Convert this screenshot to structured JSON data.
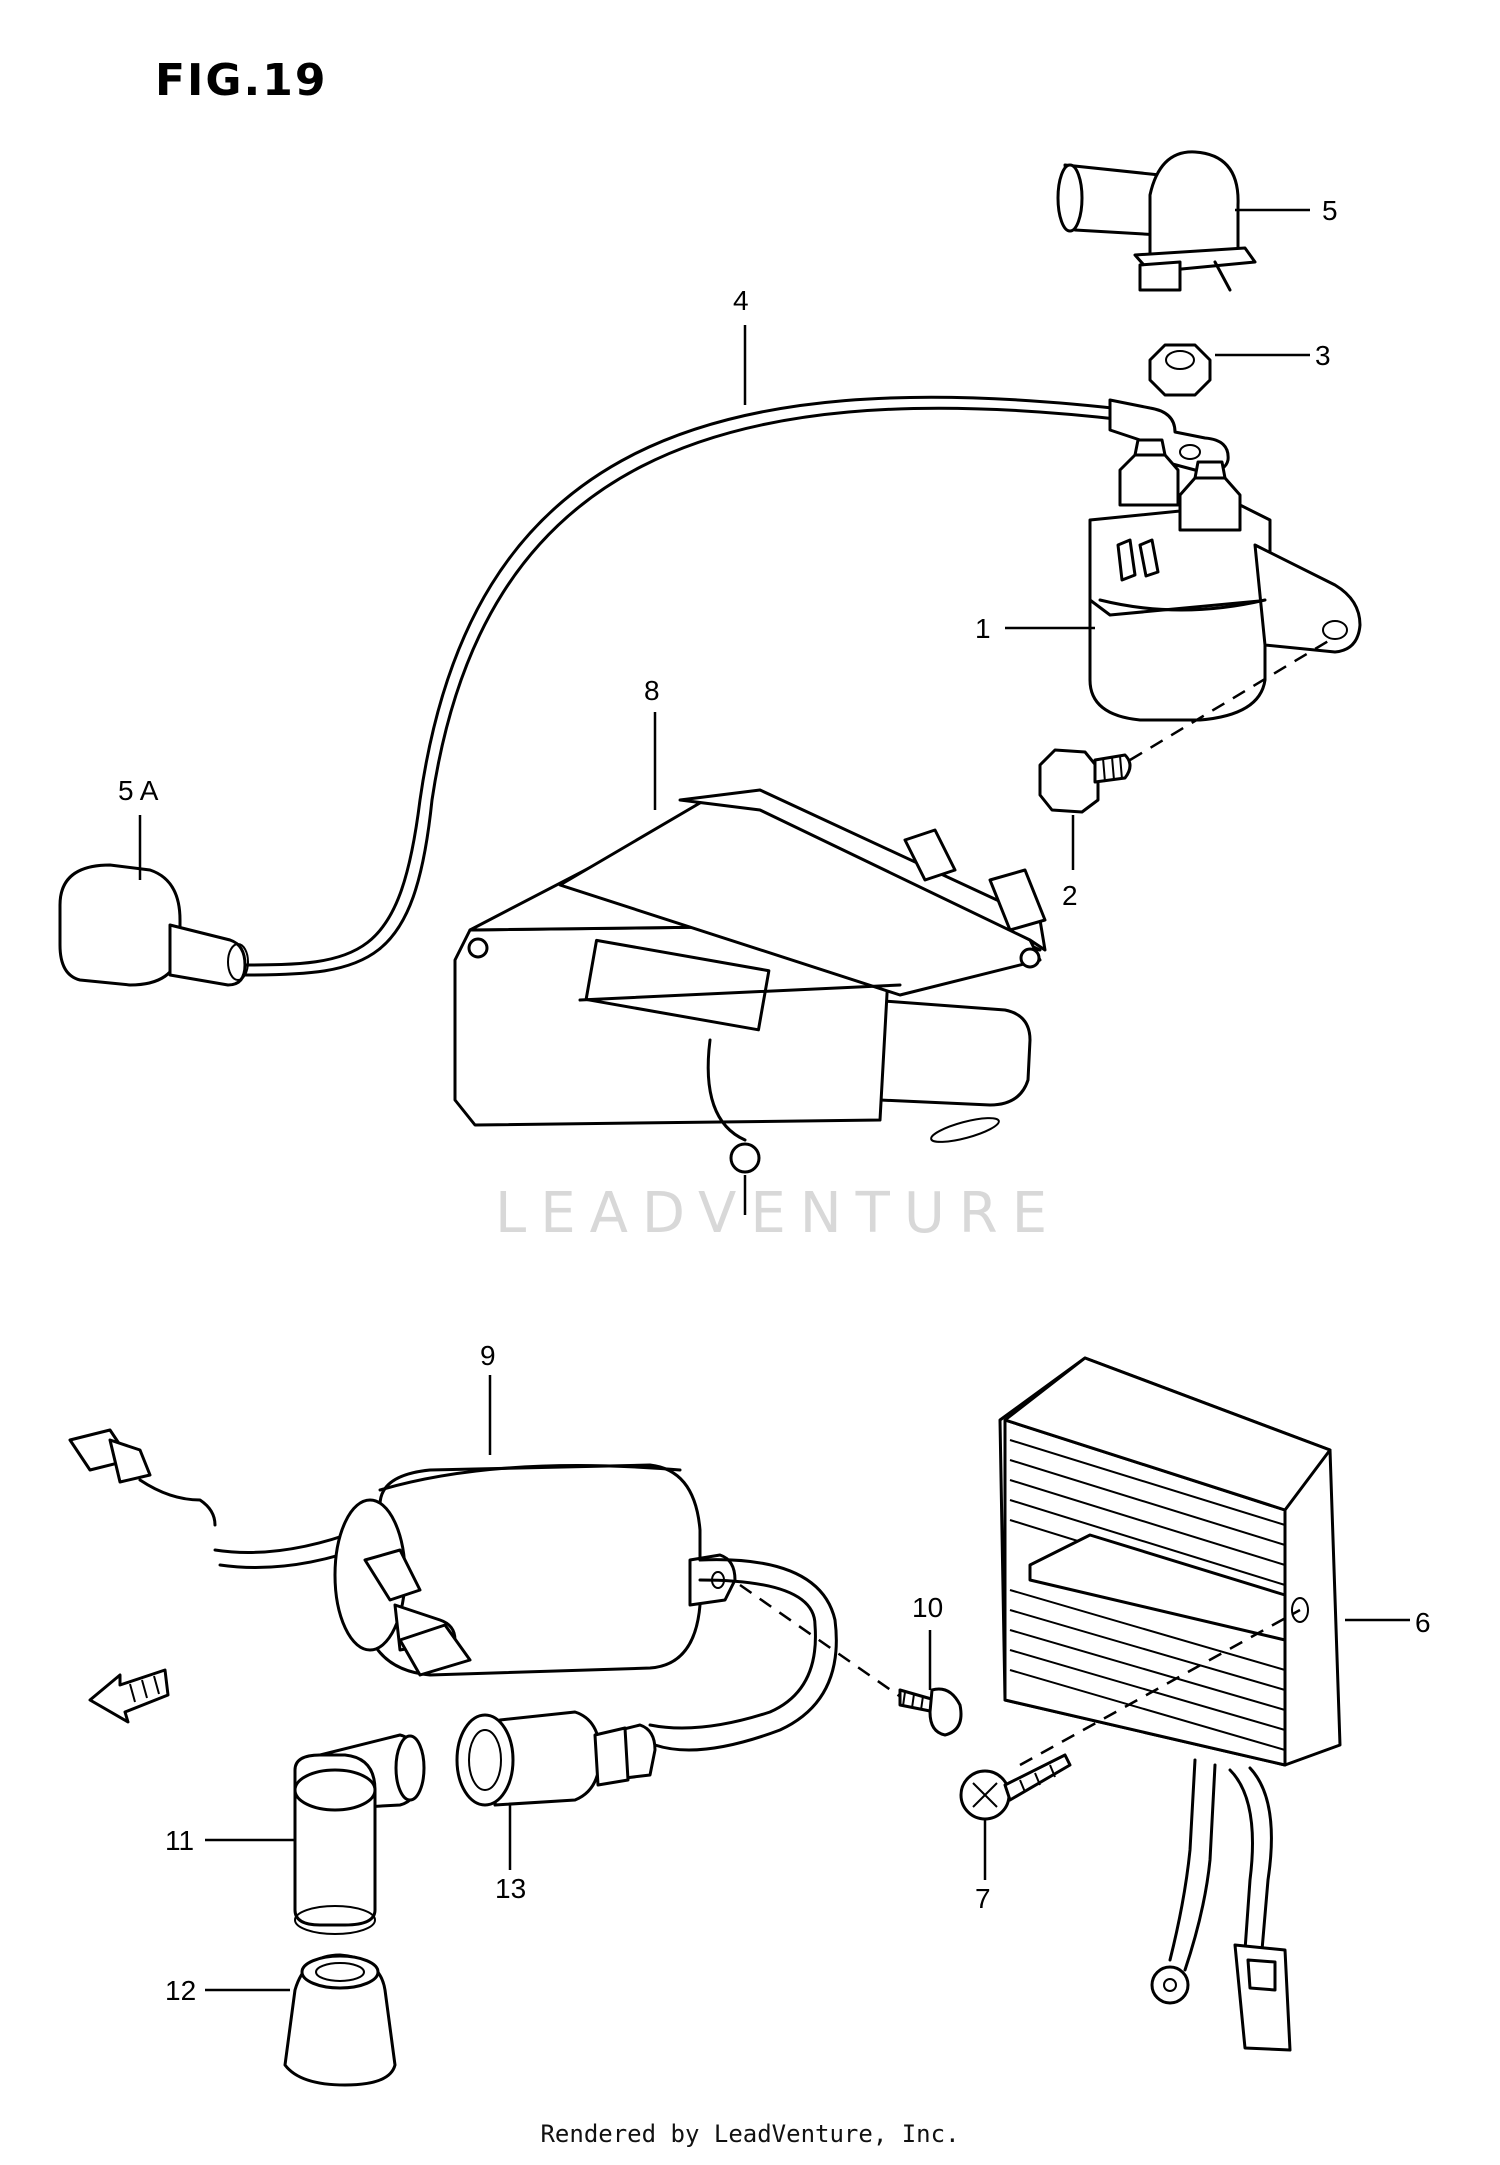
{
  "figure": {
    "title": "FIG.19"
  },
  "watermark": "LEADVENTURE",
  "footer": "Rendered by LeadVenture, Inc.",
  "callouts": {
    "c1": "1",
    "c2": "2",
    "c3": "3",
    "c4": "4",
    "c5": "5",
    "c5a": "5 A",
    "c6": "6",
    "c7": "7",
    "c8": "8",
    "c9": "9",
    "c10": "10",
    "c11": "11",
    "c12": "12",
    "c13": "13"
  }
}
